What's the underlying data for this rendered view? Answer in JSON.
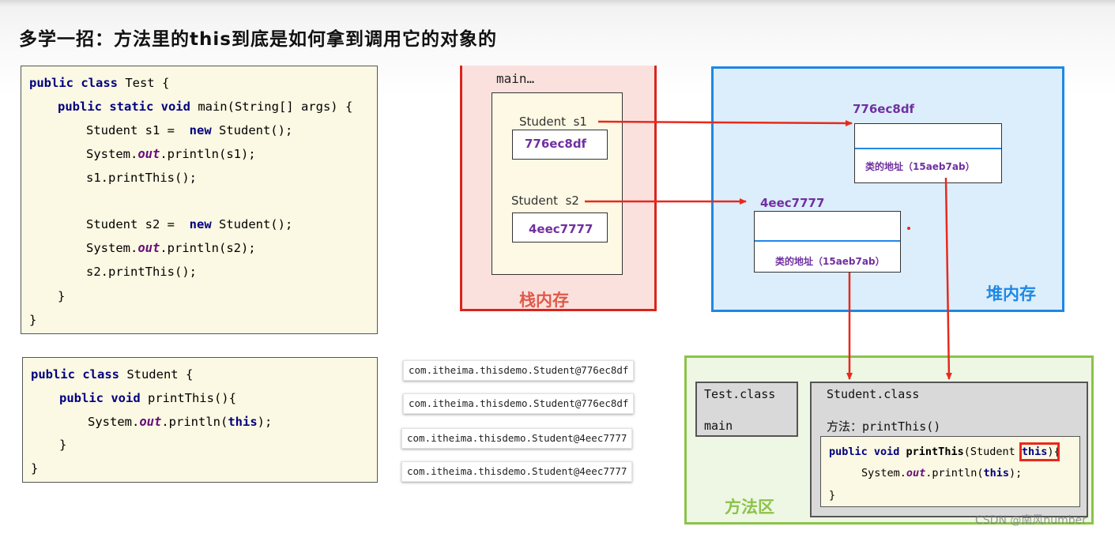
{
  "title": "多学一招：方法里的this到底是如何拿到调用它的对象的",
  "code_test": {
    "l1": [
      "public class",
      " Test {"
    ],
    "l2": [
      "public static void",
      " main(String[] args) {"
    ],
    "l3": [
      "Student s1 =  ",
      "new",
      " Student();"
    ],
    "l4": [
      "System.",
      "out",
      ".println(s1);"
    ],
    "l5": "s1.printThis();",
    "l6": [
      "Student s2 =  ",
      "new",
      " Student();"
    ],
    "l7": [
      "System.",
      "out",
      ".println(s2);"
    ],
    "l8": "s2.printThis();",
    "l9": "}",
    "l10": "}"
  },
  "code_student": {
    "l1": [
      "public class",
      " Student {"
    ],
    "l2": [
      "public void",
      " printThis(){"
    ],
    "l3": [
      "System.",
      "out",
      ".println(",
      "this",
      ");"
    ],
    "l4": "}",
    "l5": "}"
  },
  "outputs": [
    "com.itheima.thisdemo.Student@776ec8df",
    "com.itheima.thisdemo.Student@776ec8df",
    "com.itheima.thisdemo.Student@4eec7777",
    "com.itheima.thisdemo.Student@4eec7777"
  ],
  "stack": {
    "label": "栈内存",
    "frame": "main…",
    "s1_label": "Student  s1",
    "s1_value": "776ec8df",
    "s2_label": "Student  s2",
    "s2_value": "4eec7777"
  },
  "heap": {
    "label": "堆内存",
    "obj1_addr": "776ec8df",
    "obj2_addr": "4eec7777",
    "class_addr": "类的地址（15aeb7ab）"
  },
  "method_area": {
    "label": "方法区",
    "test_class": "Test.class",
    "test_main": "main",
    "student_class": "Student.class",
    "method_label": "方法：printThis()",
    "code_l1": [
      "public void ",
      "printThis",
      "(Student ",
      "this",
      ")",
      "{"
    ],
    "code_l2": [
      "System.",
      "out",
      ".println(",
      "this",
      ");"
    ],
    "code_l3": "}"
  },
  "watermark": "CSDN @南风number",
  "colors": {
    "stack": "#d9251d",
    "heap": "#1e88e5",
    "method": "#8bc34a",
    "arrow": "#e8291c",
    "address": "#7030a0"
  }
}
